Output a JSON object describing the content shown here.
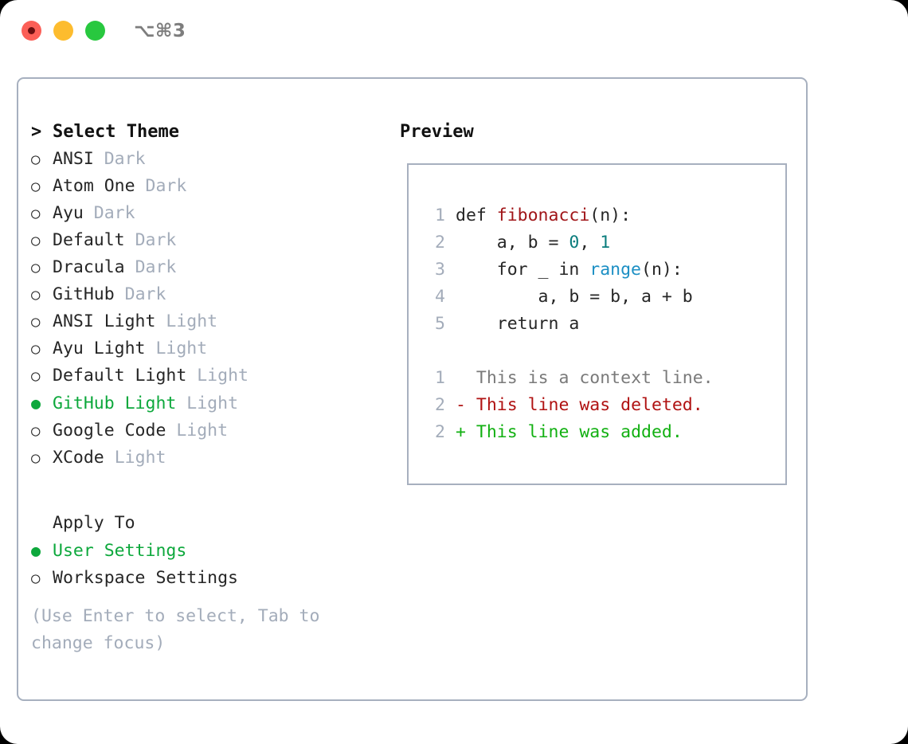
{
  "titlebar": {
    "shortcut": "⌥⌘3",
    "buttons": [
      {
        "name": "close",
        "color": "#fb5f57"
      },
      {
        "name": "minimize",
        "color": "#fdbc2e"
      },
      {
        "name": "zoom",
        "color": "#28c83f"
      }
    ]
  },
  "theme_list": {
    "header_marker": ">",
    "header": "Select Theme",
    "marker_selected": "●",
    "marker_unselected": "○",
    "items": [
      {
        "marker": "○",
        "name": "ANSI",
        "variant": "Dark",
        "selected": false
      },
      {
        "marker": "○",
        "name": "Atom One",
        "variant": "Dark",
        "selected": false
      },
      {
        "marker": "○",
        "name": "Ayu",
        "variant": "Dark",
        "selected": false
      },
      {
        "marker": "○",
        "name": "Default",
        "variant": "Dark",
        "selected": false
      },
      {
        "marker": "○",
        "name": "Dracula",
        "variant": "Dark",
        "selected": false
      },
      {
        "marker": "○",
        "name": "GitHub",
        "variant": "Dark",
        "selected": false
      },
      {
        "marker": "○",
        "name": "ANSI Light",
        "variant": "Light",
        "selected": false
      },
      {
        "marker": "○",
        "name": "Ayu Light",
        "variant": "Light",
        "selected": false
      },
      {
        "marker": "○",
        "name": "Default Light",
        "variant": "Light",
        "selected": false
      },
      {
        "marker": "●",
        "name": "GitHub Light",
        "variant": "Light",
        "selected": true
      },
      {
        "marker": "○",
        "name": "Google Code",
        "variant": "Light",
        "selected": false
      },
      {
        "marker": "○",
        "name": "XCode",
        "variant": "Light",
        "selected": false
      }
    ]
  },
  "apply_to": {
    "header": "Apply To",
    "options": [
      {
        "marker": "●",
        "label": "User Settings",
        "selected": true
      },
      {
        "marker": "○",
        "label": "Workspace Settings",
        "selected": false
      }
    ]
  },
  "hint": "(Use Enter to select, Tab to change focus)",
  "preview": {
    "title": "Preview",
    "code_lines": [
      {
        "num": "1",
        "segments": [
          {
            "text": "def ",
            "cls": ""
          },
          {
            "text": "fibonacci",
            "cls": "tok-fn"
          },
          {
            "text": "(n):",
            "cls": ""
          }
        ]
      },
      {
        "num": "2",
        "segments": [
          {
            "text": "    a, b = ",
            "cls": ""
          },
          {
            "text": "0",
            "cls": "tok-num"
          },
          {
            "text": ", ",
            "cls": ""
          },
          {
            "text": "1",
            "cls": "tok-num"
          }
        ]
      },
      {
        "num": "3",
        "segments": [
          {
            "text": "    for _ in ",
            "cls": ""
          },
          {
            "text": "range",
            "cls": "tok-call"
          },
          {
            "text": "(n):",
            "cls": ""
          }
        ]
      },
      {
        "num": "4",
        "segments": [
          {
            "text": "        a, b = b, a + b",
            "cls": ""
          }
        ]
      },
      {
        "num": "5",
        "segments": [
          {
            "text": "    return a",
            "cls": ""
          }
        ]
      }
    ],
    "diff_lines": [
      {
        "num": "1",
        "sign": " ",
        "text": "This is a context line.",
        "kind": "context"
      },
      {
        "num": "2",
        "sign": "-",
        "text": "This line was deleted.",
        "kind": "deleted"
      },
      {
        "num": "2",
        "sign": "+",
        "text": "This line was added.",
        "kind": "added"
      }
    ]
  },
  "colors": {
    "border": "#a7b0bf",
    "muted": "#a3acba",
    "accent_green": "#0da83c",
    "text": "#262626",
    "syntax_function": "#a01518",
    "syntax_number": "#0b7d7d",
    "syntax_call": "#1c8fc4",
    "diff_context": "#7a7a7a",
    "diff_deleted": "#b01212",
    "diff_added": "#12b012"
  }
}
